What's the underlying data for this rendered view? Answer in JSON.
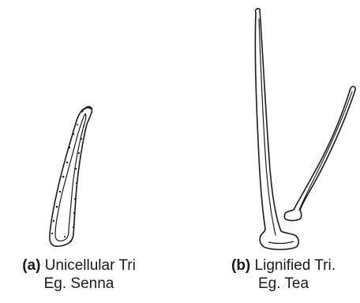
{
  "panels": [
    {
      "tag": "(a)",
      "title": "Unicellular Tri",
      "example": "Eg. Senna"
    },
    {
      "tag": "(b)",
      "title": "Lignified Tri.",
      "example": "Eg. Tea"
    }
  ],
  "colors": {
    "ink": "#1a1a1a",
    "background": "#ffffff"
  }
}
